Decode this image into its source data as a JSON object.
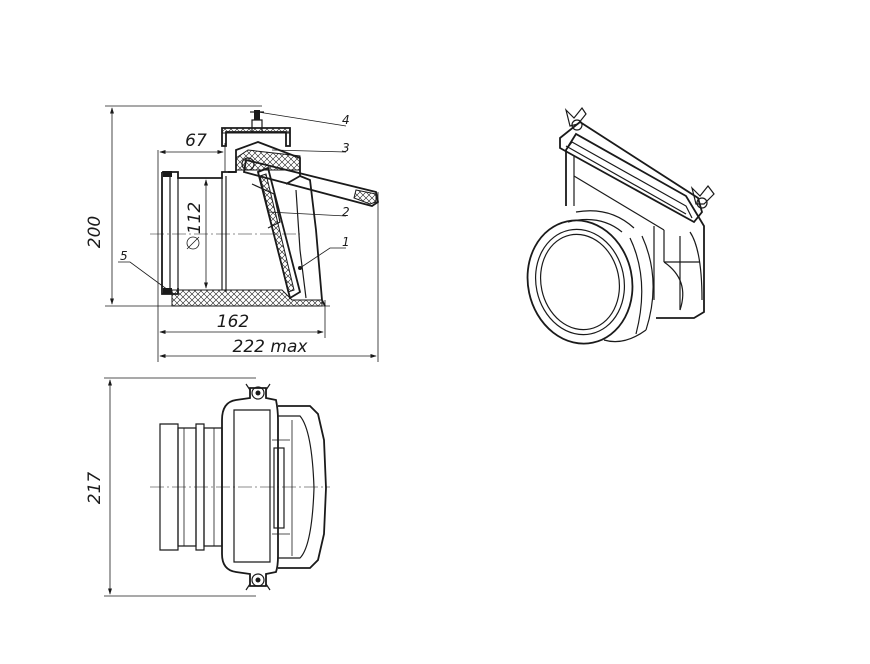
{
  "dimensions": {
    "d67": "67",
    "d200": "200",
    "d112": "112",
    "d162": "162",
    "d222": "222 max",
    "d217": "217"
  },
  "callouts": {
    "c1": "1",
    "c2": "2",
    "c3": "3",
    "c4": "4",
    "c5": "5"
  }
}
